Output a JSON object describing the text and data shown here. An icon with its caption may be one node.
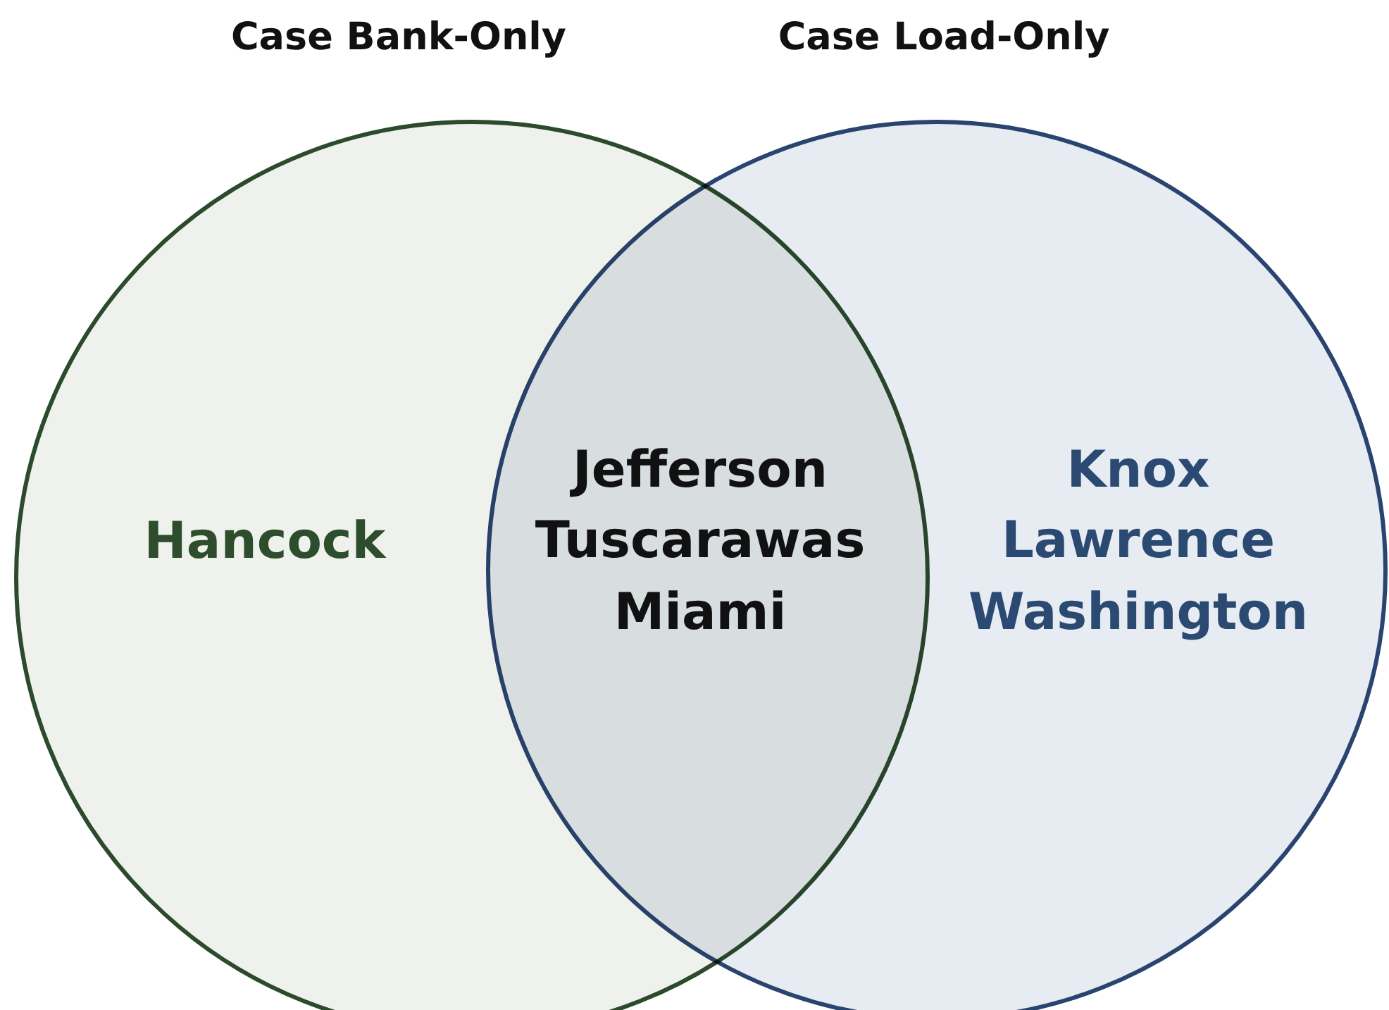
{
  "diagram": {
    "nodes": [
      {
        "text": [
          "Case Bank-Only",
          "Hancock"
        ]
      },
      {
        "text": [
          "Case Load-Only",
          "Knox Lawrence Washington"
        ]
      }
    ],
    "labels": [
      "Jefferson Tuscarawas Miami"
    ]
  }
}
